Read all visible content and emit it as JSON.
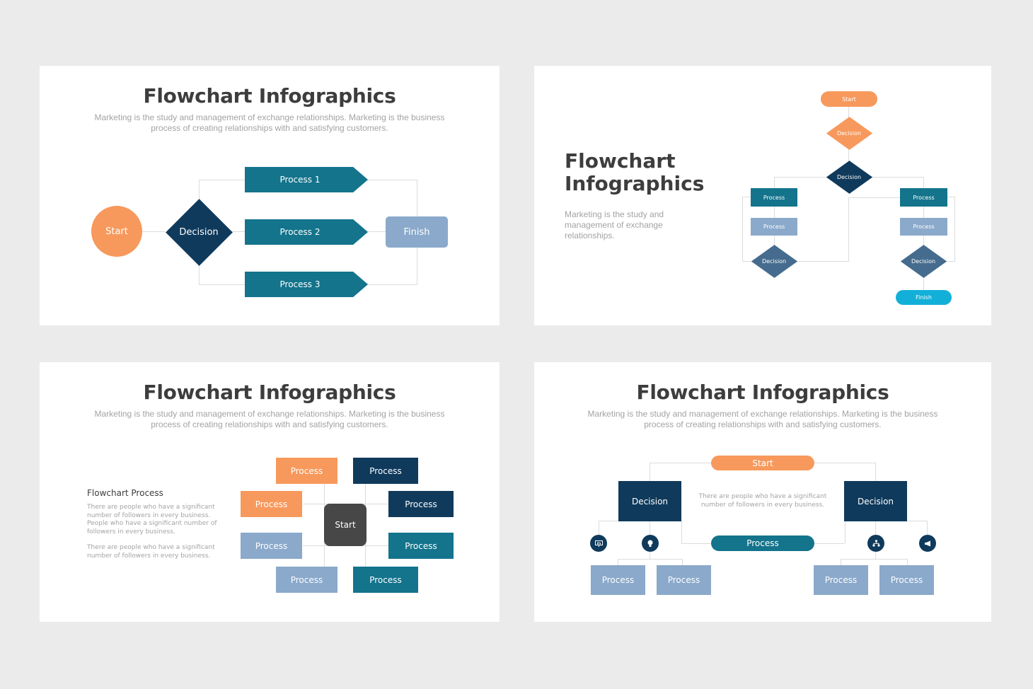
{
  "colors": {
    "background": "#ebebeb",
    "orange": "#f7995c",
    "navy": "#0f3a5c",
    "teal": "#13748c",
    "light_blue": "#8aa9cb",
    "slate": "#456c8e",
    "cyan": "#12b0d8",
    "dark_gray": "#474747"
  },
  "slide1": {
    "title": "Flowchart Infographics",
    "subtitle_line1": "Marketing is the study and management of exchange relationships. Marketing is the business",
    "subtitle_line2": "process of creating relationships with and satisfying customers.",
    "start": "Start",
    "decision": "Decision",
    "processes": [
      "Process 1",
      "Process 2",
      "Process 3"
    ],
    "finish": "Finish"
  },
  "slide2": {
    "title_line1": "Flowchart",
    "title_line2": "Infographics",
    "desc_line1": "Marketing is the study and",
    "desc_line2": "management of exchange",
    "desc_line3": "relationships.",
    "start": "Start",
    "decision_top": "Decision",
    "decision_mid": "Decision",
    "left_process_1": "Process",
    "left_process_2": "Process",
    "left_decision": "Decision",
    "right_process_1": "Process",
    "right_process_2": "Process",
    "right_decision": "Decision",
    "finish": "Finish"
  },
  "slide3": {
    "title": "Flowchart Infographics",
    "subtitle_line1": "Marketing is the study and management of exchange relationships. Marketing is the business",
    "subtitle_line2": "process of creating relationships with and satisfying customers.",
    "side_heading": "Flowchart Process",
    "side_para1": "There are people who have a significant number of followers in every business. People who have a significant number of followers in every business.",
    "side_para2": "There are people who have a significant number of followers in every business.",
    "center": "Start",
    "processes": [
      "Process",
      "Process",
      "Process",
      "Process",
      "Process",
      "Process",
      "Process",
      "Process"
    ]
  },
  "slide4": {
    "title": "Flowchart Infographics",
    "subtitle_line1": "Marketing is the study and management of exchange relationships. Marketing is the business",
    "subtitle_line2": "process of creating relationships with and satisfying customers.",
    "start": "Start",
    "decision_left": "Decision",
    "decision_right": "Decision",
    "center_text_line1": "There are people who have a significant",
    "center_text_line2": "number of followers in every business.",
    "center_process": "Process",
    "icons": [
      "presentation-icon",
      "lightbulb-icon",
      "hierarchy-icon",
      "megaphone-icon"
    ],
    "bottom_processes": [
      "Process",
      "Process",
      "Process",
      "Process"
    ]
  }
}
